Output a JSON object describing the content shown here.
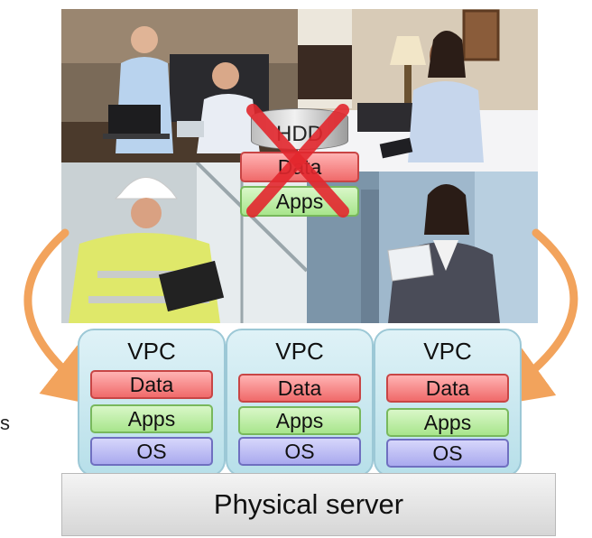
{
  "hdd": {
    "label": "HDD",
    "layers": [
      "Data",
      "Apps"
    ]
  },
  "vpcs": [
    {
      "title": "VPC",
      "layers": {
        "data": "Data",
        "apps": "Apps",
        "os": "OS"
      }
    },
    {
      "title": "VPC",
      "layers": {
        "data": "Data",
        "apps": "Apps",
        "os": "OS"
      }
    },
    {
      "title": "VPC",
      "layers": {
        "data": "Data",
        "apps": "Apps",
        "os": "OS"
      }
    }
  ],
  "server": {
    "label": "Physical server"
  },
  "edge_fragment": "s",
  "colors": {
    "data_fill": "#f06a6a",
    "apps_fill": "#a8e58c",
    "os_fill": "#a9a9ee",
    "vpc_fill": "#b7dfe9",
    "cross": "#e2272d",
    "arrow": "#f2a35c"
  },
  "photos": [
    {
      "name": "office-meeting-photo",
      "icon": "two-men-laptop-tablet"
    },
    {
      "name": "hotel-room-photo",
      "icon": "woman-tablet-bed"
    },
    {
      "name": "construction-worker-photo",
      "icon": "worker-hardhat-tablet"
    },
    {
      "name": "businesswoman-photo",
      "icon": "woman-tablet-city"
    }
  ]
}
